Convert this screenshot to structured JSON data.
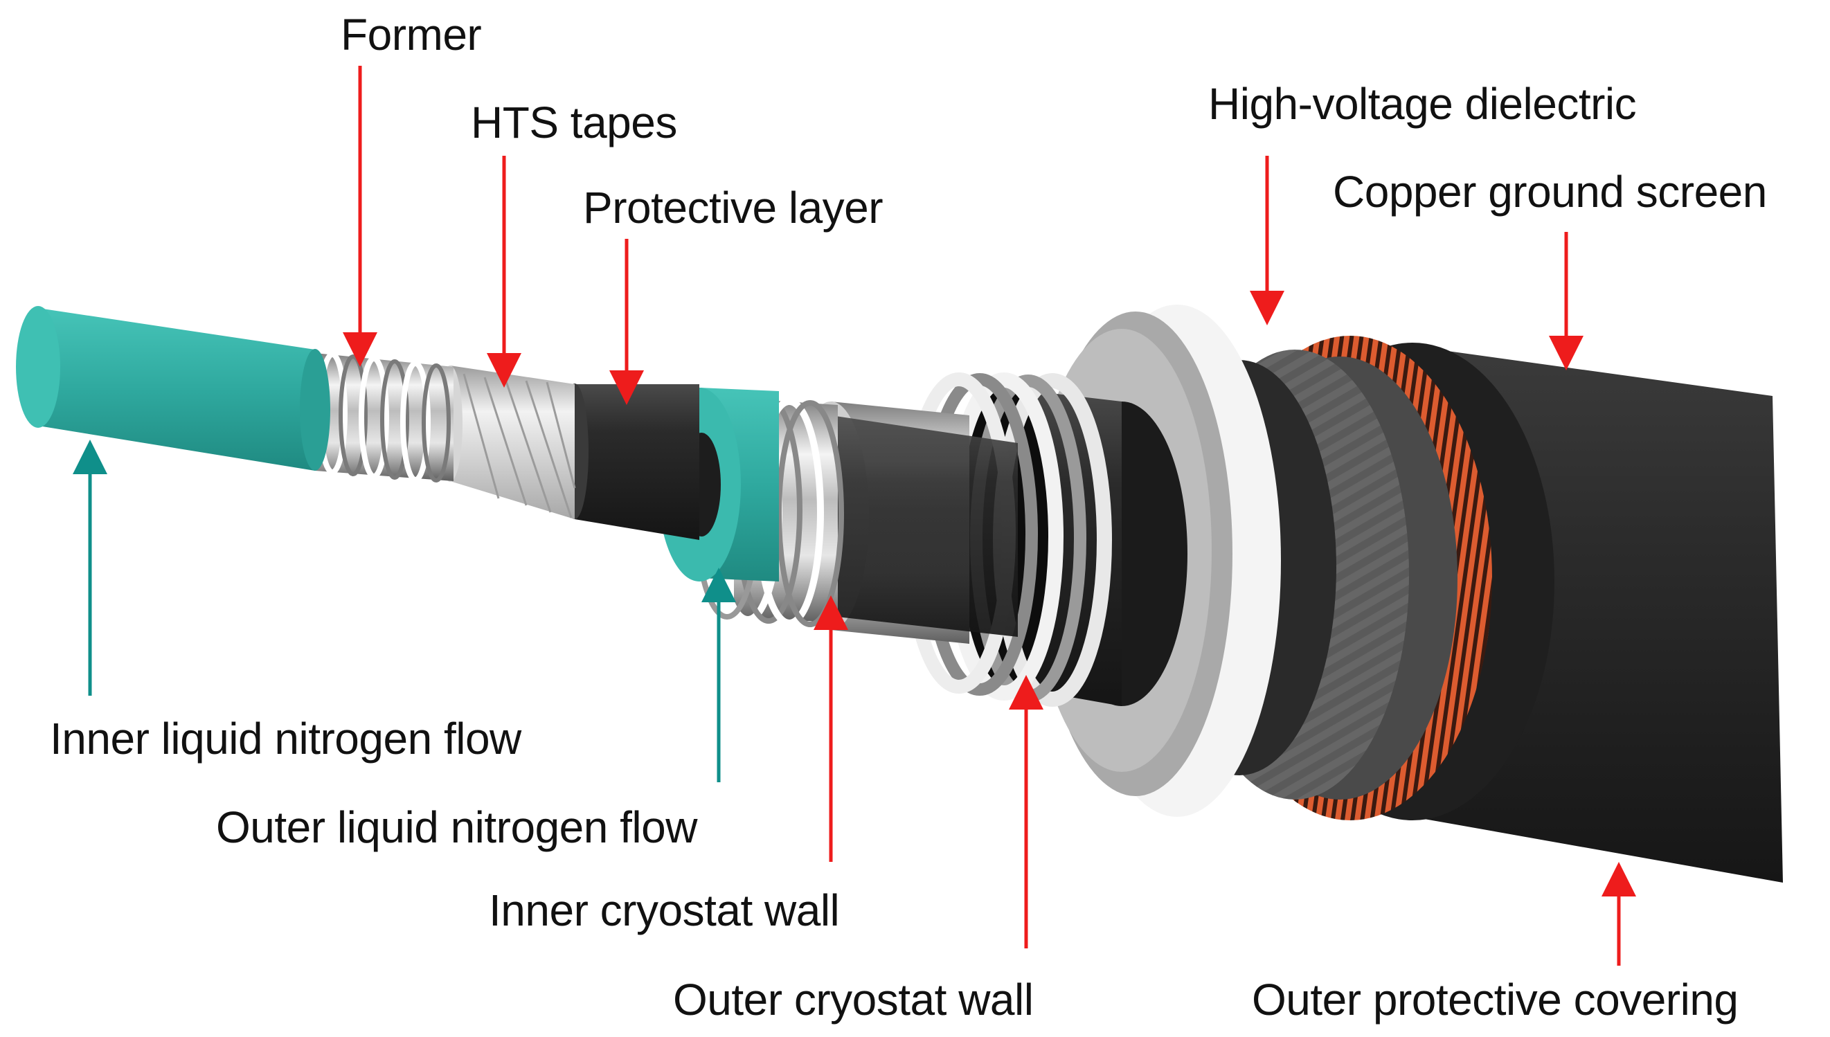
{
  "colors": {
    "red_arrow": "#ee1c1c",
    "teal_arrow": "#0f8f8a",
    "nitrogen": "#35b6ab",
    "copper": "#d8582e",
    "jacket": "#2a2a2a"
  },
  "labels": {
    "former": "Former",
    "hts_tapes": "HTS tapes",
    "protective_layer": "Protective  layer",
    "hv_dielectric": "High-voltage dielectric",
    "copper_screen": "Copper ground screen",
    "inner_ln2": "Inner liquid nitrogen flow",
    "outer_ln2": "Outer liquid nitrogen flow",
    "inner_cryostat": "Inner cryostat wall",
    "outer_cryostat": "Outer cryostat wall",
    "outer_covering": "Outer protective  covering"
  }
}
